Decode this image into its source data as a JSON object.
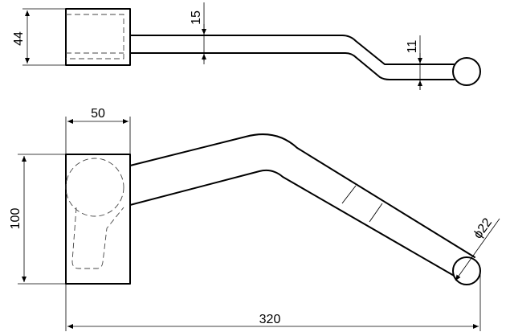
{
  "drawing": {
    "top_view": {
      "dim_height": "44",
      "dim_bar": "15",
      "dim_tip": "11"
    },
    "front_view": {
      "dim_width": "50",
      "dim_height": "100",
      "dim_length": "320",
      "dim_ball": "ϕ22"
    },
    "colors": {
      "line": "#000000",
      "hidden_line": "#444444",
      "background": "#ffffff"
    }
  }
}
